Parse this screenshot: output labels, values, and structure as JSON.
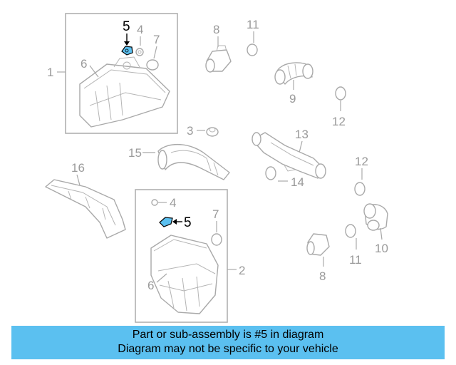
{
  "callouts": {
    "c1": "1",
    "c2": "2",
    "c3": "3",
    "c4a": "4",
    "c4b": "4",
    "c5a": "5",
    "c5b": "5",
    "c6a": "6",
    "c6b": "6",
    "c7a": "7",
    "c7b": "7",
    "c8a": "8",
    "c8b": "8",
    "c9": "9",
    "c10": "10",
    "c11a": "11",
    "c11b": "11",
    "c12a": "12",
    "c12b": "12",
    "c13": "13",
    "c14": "14",
    "c15": "15",
    "c16": "16"
  },
  "highlight": {
    "part_number": "5",
    "color": "#5bc0f0"
  },
  "banner": {
    "line1": "Part or sub-assembly is #5 in diagram",
    "line2": "Diagram may not be specific to your vehicle",
    "background": "#5bc0f0"
  }
}
